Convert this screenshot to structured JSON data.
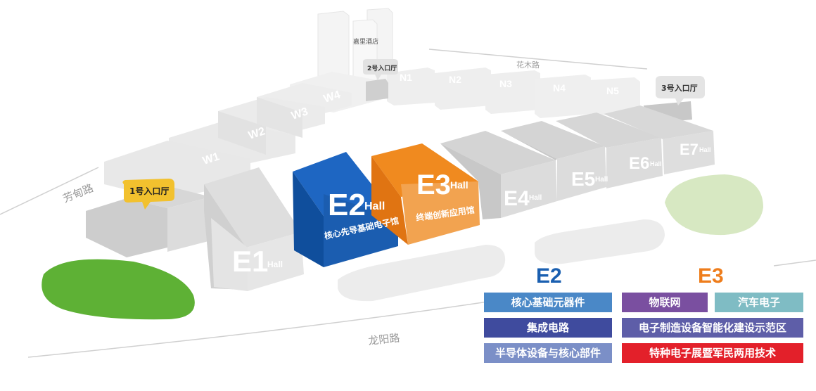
{
  "roads": {
    "fangdian": "芳甸路",
    "huamu": "花木路",
    "longyang": "龙阳路"
  },
  "hotel": "嘉里酒店",
  "entrances": [
    {
      "label": "1号入口厅"
    },
    {
      "label": "2号入口厅"
    },
    {
      "label": "3号入口厅"
    }
  ],
  "halls": {
    "w1": "W1",
    "w2": "W2",
    "w3": "W3",
    "w4": "W4",
    "n1": "N1",
    "n2": "N2",
    "n3": "N3",
    "n4": "N4",
    "n5": "N5",
    "e1": "E1",
    "e2": "E2",
    "e3": "E3",
    "e4": "E4",
    "e5": "E5",
    "e6": "E6",
    "e7": "E7",
    "hall_word": "Hall"
  },
  "e2_theme": "核心先导基础电子馆",
  "e3_theme": "终端创新应用馆",
  "legend": {
    "e2": {
      "title": "E2",
      "color": "#1a5fb0",
      "items": [
        {
          "label": "核心基础元器件",
          "color": "#4a88c7"
        },
        {
          "label": "集成电路",
          "color": "#3f4b9e"
        },
        {
          "label": "半导体设备与核心部件",
          "color": "#7b8fc7"
        }
      ]
    },
    "e3": {
      "title": "E3",
      "color": "#ee7d1c",
      "items": [
        {
          "label": "物联网",
          "color": "#7a4fa0"
        },
        {
          "label": "汽车电子",
          "color": "#7fbcc4"
        },
        {
          "label": "电子制造设备智能化建设示范区",
          "color": "#5e5ea8"
        },
        {
          "label": "特种电子展暨军民两用技术",
          "color": "#e3202a"
        }
      ]
    }
  },
  "colors": {
    "e2_front": "#1b5db0",
    "e3_front": "#ef8a24",
    "green_dark": "#5eb135",
    "green_light": "#d7e8c2",
    "entrance1": "#f2c12e"
  }
}
